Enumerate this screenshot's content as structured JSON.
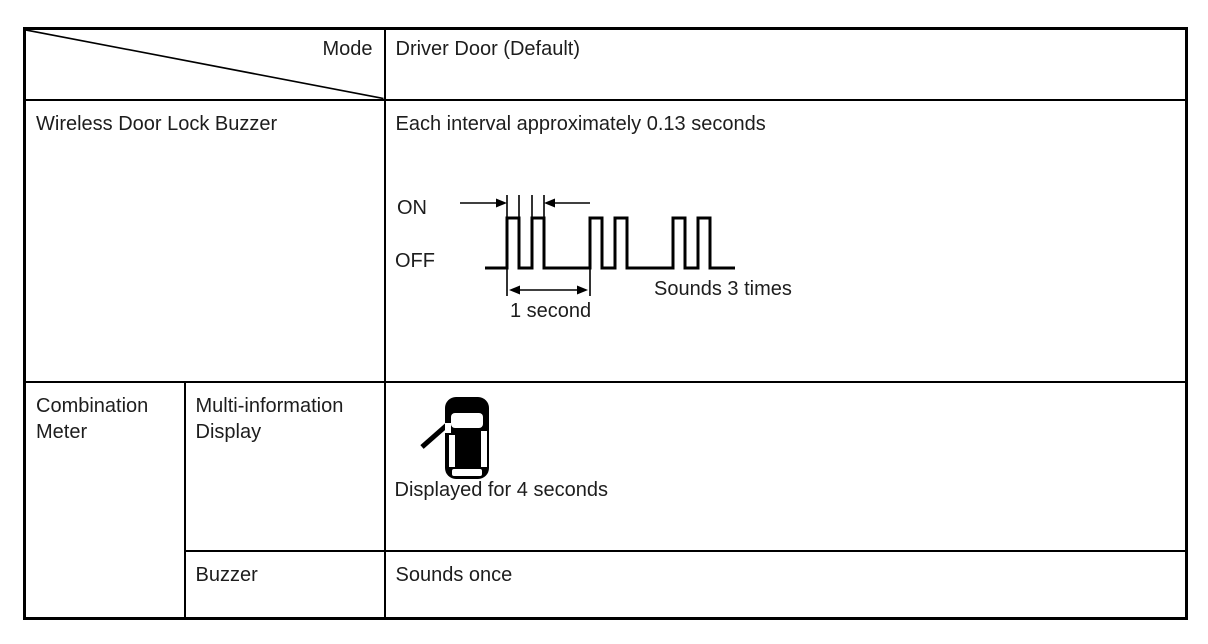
{
  "table": {
    "header": {
      "corner_label": "Mode",
      "value": "Driver Door (Default)"
    },
    "row_buzzer": {
      "label": "Wireless Door Lock Buzzer",
      "description": "Each interval approximately 0.13 seconds",
      "waveform": {
        "type": "timing-diagram",
        "on_label": "ON",
        "off_label": "OFF",
        "interval_label": "1 second",
        "note": "Sounds 3 times",
        "interval_seconds": 0.13,
        "period_seconds": 1,
        "beep_groups": 3,
        "pulses_per_group": 2
      }
    },
    "row_meter": {
      "group_label": "Combination Meter",
      "display": {
        "label": "Multi-information Display",
        "icon": "door-open-car-icon",
        "caption": "Displayed for 4 seconds"
      },
      "buzzer": {
        "label": "Buzzer",
        "value": "Sounds once"
      }
    },
    "colors": {
      "border": "#000000",
      "text": "#1d1d1d",
      "background": "#ffffff"
    }
  }
}
